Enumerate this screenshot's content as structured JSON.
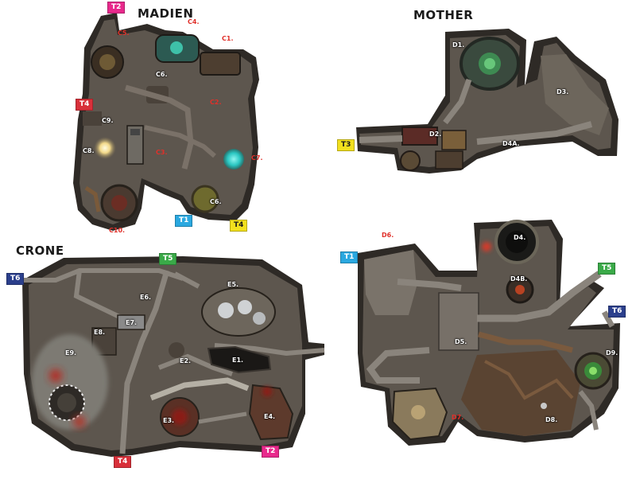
{
  "regions": {
    "madien": {
      "title": "MADIEN",
      "rooms": [
        "C1.",
        "C2.",
        "C3.",
        "C4.",
        "C5.",
        "C6.",
        "C6.",
        "C7.",
        "C8.",
        "C9.",
        "C10."
      ]
    },
    "mother": {
      "title": "MOTHER",
      "rooms": [
        "D1.",
        "D2.",
        "D3.",
        "D4A."
      ]
    },
    "crone": {
      "title": "CRONE",
      "rooms": [
        "E1.",
        "E2.",
        "E3.",
        "E4.",
        "E5.",
        "E6.",
        "E7.",
        "E8.",
        "E9."
      ]
    },
    "southeast": {
      "rooms": [
        "D4.",
        "D4B.",
        "D5.",
        "D6.",
        "D7.",
        "D8.",
        "D9."
      ]
    }
  },
  "tags": [
    {
      "text": "T2",
      "color": "#e8298c"
    },
    {
      "text": "T4",
      "color": "#d8303a"
    },
    {
      "text": "T1",
      "color": "#2aa8e0"
    },
    {
      "text": "T4",
      "color": "#f2e01e"
    },
    {
      "text": "T3",
      "color": "#f2e01e"
    },
    {
      "text": "T5",
      "color": "#3aaa48"
    },
    {
      "text": "T6",
      "color": "#2b3f8c"
    },
    {
      "text": "T4",
      "color": "#d8303a"
    },
    {
      "text": "T2",
      "color": "#e8298c"
    },
    {
      "text": "T1",
      "color": "#2aa8e0"
    },
    {
      "text": "T5",
      "color": "#3aaa48"
    },
    {
      "text": "T6",
      "color": "#2b3f8c"
    }
  ],
  "colors": {
    "rock": "#2e2a26",
    "floor": "#5d564e",
    "corridor": "#8a847c",
    "label_red": "#e0302a"
  }
}
